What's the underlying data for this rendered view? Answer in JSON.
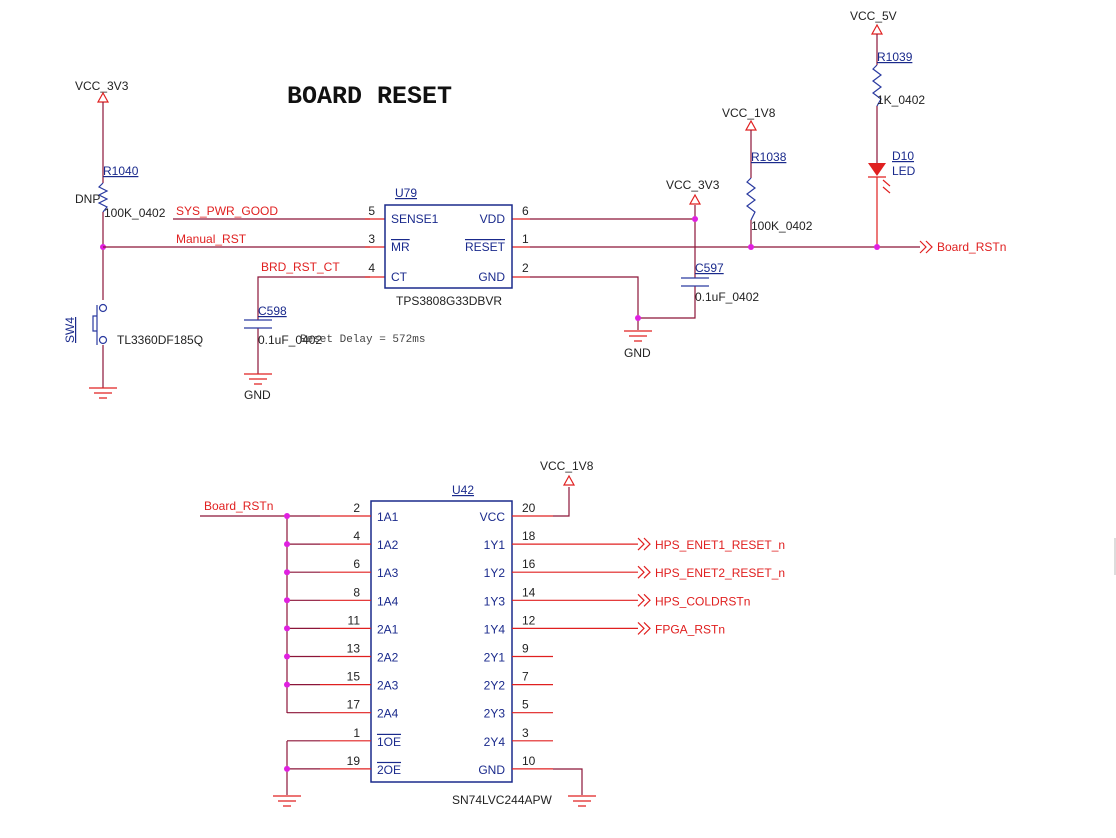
{
  "title": "BOARD RESET",
  "colors": {
    "wire": "#8c1538",
    "pin": "#e02020",
    "net_label": "#e02020",
    "component": "#1a2a8c",
    "junction": "#e020e0"
  },
  "power": {
    "vcc_3v3_left": "VCC_3V3",
    "vcc_3v3_right": "VCC_3V3",
    "vcc_1v8_top": "VCC_1V8",
    "vcc_5v": "VCC_5V",
    "vcc_1v8_bottom": "VCC_1V8"
  },
  "gnd": {
    "c598": "GND",
    "u79": "GND"
  },
  "r1040": {
    "ref": "R1040",
    "note": "DNP",
    "value": "100K_0402"
  },
  "r1038": {
    "ref": "R1038",
    "value": "100K_0402"
  },
  "r1039": {
    "ref": "R1039",
    "value": "1K_0402"
  },
  "d10": {
    "ref": "D10",
    "value": "LED"
  },
  "sw4": {
    "ref": "SW4",
    "value": "TL3360DF185Q"
  },
  "c598": {
    "ref": "C598",
    "value": "0.1uF_0402"
  },
  "c597": {
    "ref": "C597",
    "value": "0.1uF_0402"
  },
  "nets": {
    "sys_pwr_good": "SYS_PWR_GOOD",
    "manual_rst": "Manual_RST",
    "brd_rst_ct": "BRD_RST_CT",
    "board_rstn_out": "Board_RSTn",
    "board_rstn_in": "Board_RSTn"
  },
  "reset_delay_note": "Reset Delay = 572ms",
  "u79": {
    "ref": "U79",
    "part": "TPS3808G33DBVR",
    "left_pins": [
      {
        "num": "5",
        "name": "SENSE1"
      },
      {
        "num": "3",
        "name": "MR"
      },
      {
        "num": "4",
        "name": "CT"
      }
    ],
    "right_pins": [
      {
        "num": "6",
        "name": "VDD"
      },
      {
        "num": "1",
        "name": "RESET"
      },
      {
        "num": "2",
        "name": "GND"
      }
    ]
  },
  "u42": {
    "ref": "U42",
    "part": "SN74LVC244APW",
    "left_pins": [
      {
        "num": "2",
        "name": "1A1"
      },
      {
        "num": "4",
        "name": "1A2"
      },
      {
        "num": "6",
        "name": "1A3"
      },
      {
        "num": "8",
        "name": "1A4"
      },
      {
        "num": "11",
        "name": "2A1"
      },
      {
        "num": "13",
        "name": "2A2"
      },
      {
        "num": "15",
        "name": "2A3"
      },
      {
        "num": "17",
        "name": "2A4"
      },
      {
        "num": "1",
        "name": "1OE"
      },
      {
        "num": "19",
        "name": "2OE"
      }
    ],
    "right_pins": [
      {
        "num": "20",
        "name": "VCC",
        "net": ""
      },
      {
        "num": "18",
        "name": "1Y1",
        "net": "HPS_ENET1_RESET_n"
      },
      {
        "num": "16",
        "name": "1Y2",
        "net": "HPS_ENET2_RESET_n"
      },
      {
        "num": "14",
        "name": "1Y3",
        "net": "HPS_COLDRSTn"
      },
      {
        "num": "12",
        "name": "1Y4",
        "net": "FPGA_RSTn"
      },
      {
        "num": "9",
        "name": "2Y1",
        "net": ""
      },
      {
        "num": "7",
        "name": "2Y2",
        "net": ""
      },
      {
        "num": "5",
        "name": "2Y3",
        "net": ""
      },
      {
        "num": "3",
        "name": "2Y4",
        "net": ""
      },
      {
        "num": "10",
        "name": "GND",
        "net": ""
      }
    ]
  }
}
